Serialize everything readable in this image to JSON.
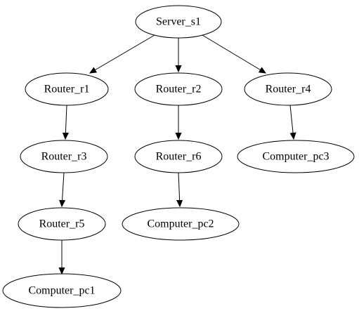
{
  "diagram": {
    "type": "directed-tree",
    "nodes": [
      {
        "id": "s1",
        "label": "Server_s1"
      },
      {
        "id": "r1",
        "label": "Router_r1"
      },
      {
        "id": "r2",
        "label": "Router_r2"
      },
      {
        "id": "r4",
        "label": "Router_r4"
      },
      {
        "id": "r3",
        "label": "Router_r3"
      },
      {
        "id": "r6",
        "label": "Router_r6"
      },
      {
        "id": "pc3",
        "label": "Computer_pc3"
      },
      {
        "id": "r5",
        "label": "Router_r5"
      },
      {
        "id": "pc2",
        "label": "Computer_pc2"
      },
      {
        "id": "pc1",
        "label": "Computer_pc1"
      }
    ],
    "edges": [
      {
        "from": "s1",
        "to": "r1"
      },
      {
        "from": "s1",
        "to": "r2"
      },
      {
        "from": "s1",
        "to": "r4"
      },
      {
        "from": "r1",
        "to": "r3"
      },
      {
        "from": "r2",
        "to": "r6"
      },
      {
        "from": "r4",
        "to": "pc3"
      },
      {
        "from": "r3",
        "to": "r5"
      },
      {
        "from": "r6",
        "to": "pc2"
      },
      {
        "from": "r5",
        "to": "pc1"
      }
    ]
  }
}
